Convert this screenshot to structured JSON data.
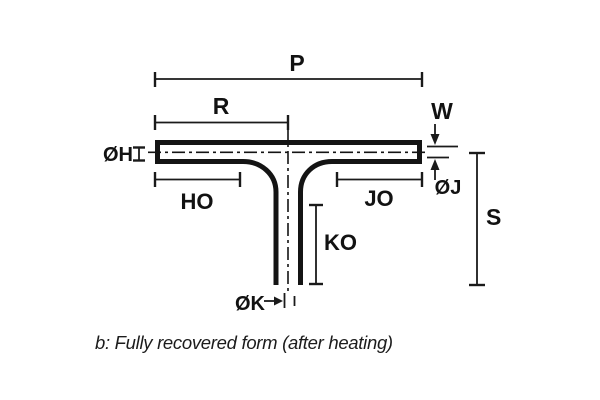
{
  "figure": {
    "caption": "b: Fully recovered form (after heating)",
    "dimension_labels": {
      "p": "P",
      "r": "R",
      "w": "W",
      "dia_h": "ØH",
      "ho": "HO",
      "jo": "JO",
      "dia_j": "ØJ",
      "ko": "KO",
      "s": "S",
      "dia_k": "ØK"
    },
    "colors": {
      "ink": "#141414",
      "background": "#ffffff"
    }
  }
}
